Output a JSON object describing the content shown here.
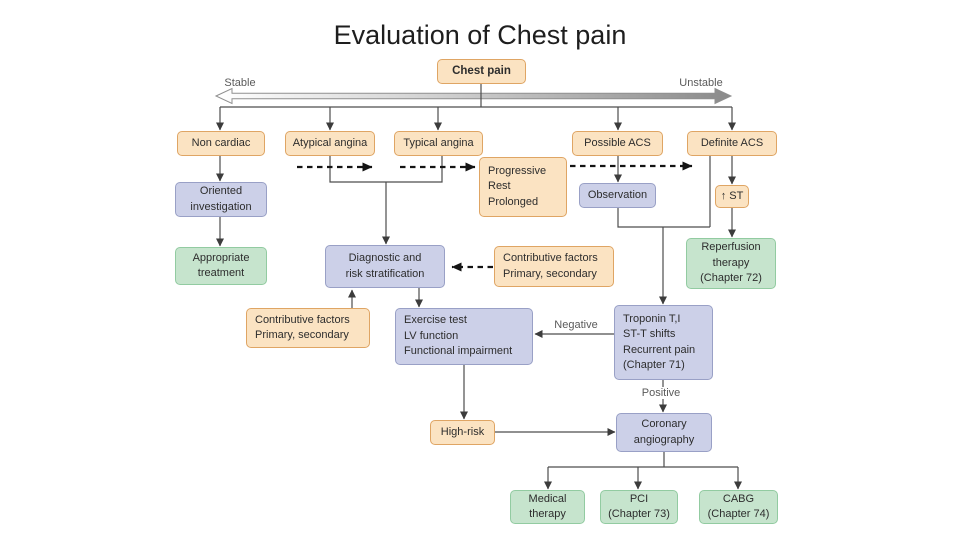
{
  "title": "Evaluation of Chest pain",
  "labels": {
    "stable": "Stable",
    "unstable": "Unstable",
    "negative": "Negative",
    "positive": "Positive"
  },
  "nodes": {
    "chest_pain": "Chest pain",
    "non_cardiac": "Non cardiac",
    "atypical_angina": "Atypical angina",
    "typical_angina": "Typical angina",
    "possible_acs": "Possible ACS",
    "definite_acs": "Definite ACS",
    "oriented_investigation": "Oriented\ninvestigation",
    "progressive": "Progressive\nRest\nProlonged",
    "observation": "Observation",
    "st_up": "↑ ST",
    "appropriate_treatment": "Appropriate\ntreatment",
    "diagnostic": "Diagnostic and\nrisk stratification",
    "contributive_upper": "Contributive factors\nPrimary, secondary",
    "reperfusion": "Reperfusion\ntherapy\n(Chapter 72)",
    "contributive_lower": "Contributive factors\nPrimary, secondary",
    "exercise": "Exercise test\nLV function\nFunctional impairment",
    "troponin": "Troponin T,I\nST-T shifts\nRecurrent pain\n(Chapter 71)",
    "high_risk": "High-risk",
    "coronary": "Coronary\nangiography",
    "medical_therapy": "Medical\ntherapy",
    "pci": "PCI\n(Chapter 73)",
    "cabg": "CABG\n(Chapter 74)"
  },
  "colors": {
    "orange_fill": "#fbe3c2",
    "orange_border": "#dfa564",
    "lavender_fill": "#ccd0e8",
    "lavender_border": "#99a0c6",
    "green_fill": "#c6e4cd",
    "green_border": "#92cba1",
    "line": "#4d4d4d",
    "dashed_line": "#141414",
    "label_text": "#5a5a5a",
    "title_text": "#1e1e1e"
  }
}
